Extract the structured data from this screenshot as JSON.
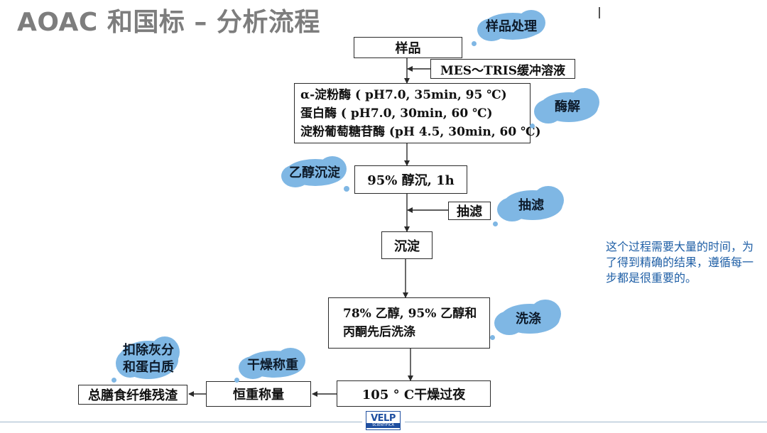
{
  "title": "AOAC 和国标 – 分析流程",
  "boxes": {
    "sample": "样品",
    "buffer": "MES～TRIS缓冲溶液",
    "enzyme_line1": "α-淀粉酶 ( pH7.0, 35min, 95 ℃)",
    "enzyme_line2": "蛋白酶 ( pH7.0, 30min, 60 ℃)",
    "enzyme_line3": "淀粉葡萄糖苷酶 (pH 4.5, 30min, 60 ℃)",
    "ethanol_precip": "95% 醇沉, 1h",
    "suction": "抽滤",
    "precipitate": "沉淀",
    "wash_line1": "78% 乙醇, 95% 乙醇和",
    "wash_line2": "丙酮先后洗涤",
    "dry": "105 ° C干燥过夜",
    "constant_weigh": "恒重称量",
    "residue": "总膳食纤维残渣"
  },
  "clouds": {
    "sample_processing": "样品处理",
    "enzymolysis": "酶解",
    "ethanol_precipitation": "乙醇沉淀",
    "suction_filtration": "抽滤",
    "washing": "洗涤",
    "dry_weigh": "干燥称重",
    "deduct_line1": "扣除灰分",
    "deduct_line2": "和蛋白质"
  },
  "note": "这个过程需要大量的时间，为了得到精确的结果，遵循每一步都是很重要的。",
  "logo": {
    "brand": "VELP",
    "sub": "SCIENTIFICA"
  },
  "colors": {
    "cloud": "#7fb7e4",
    "note_text": "#1f5fa6",
    "title": "#7d7d7d"
  }
}
